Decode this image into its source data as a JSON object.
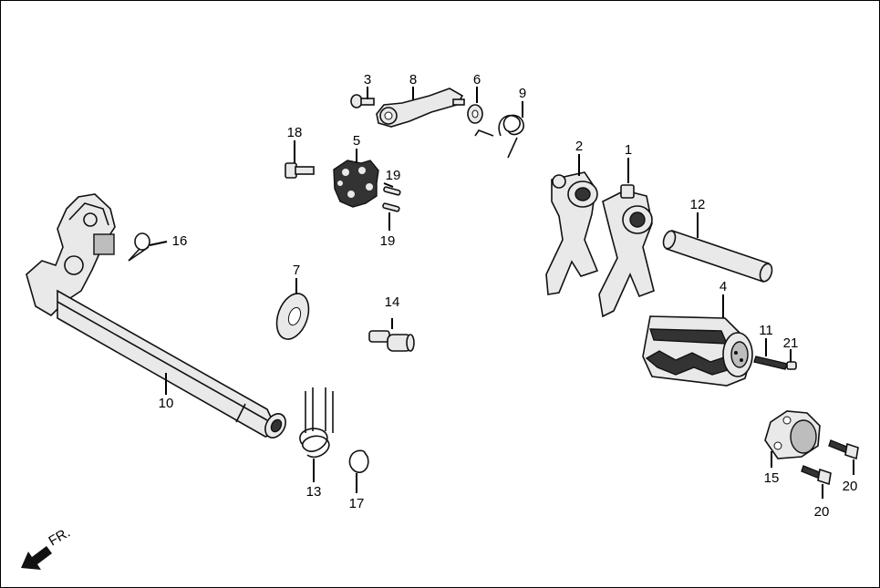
{
  "labels": {
    "p1": "1",
    "p2": "2",
    "p3": "3",
    "p4": "4",
    "p5": "5",
    "p6": "6",
    "p7": "7",
    "p8": "8",
    "p9": "9",
    "p10": "10",
    "p11": "11",
    "p12": "12",
    "p13": "13",
    "p14": "14",
    "p15": "15",
    "p16": "16",
    "p17": "17",
    "p18": "18",
    "p19a": "19",
    "p19b": "19",
    "p20a": "20",
    "p20b": "20",
    "p21": "21"
  },
  "direction": {
    "text": "FR."
  },
  "colors": {
    "ink": "#111111",
    "fill": "#e9e9e9",
    "shade": "#333333"
  }
}
